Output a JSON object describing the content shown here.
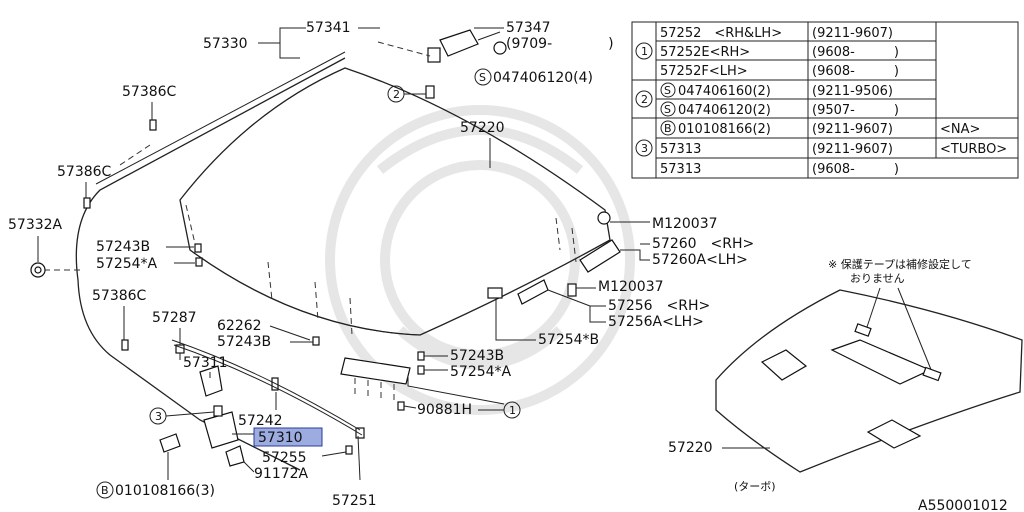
{
  "labels": {
    "p57330": "57330",
    "p57341": "57341",
    "p57347": "57347",
    "p57347_range": "(9709-　　　　)",
    "screw_s": "S",
    "screw_s_val": "047406120(4)",
    "p57386c_1": "57386C",
    "p57386c_2": "57386C",
    "p57386c_3": "57386C",
    "p57332a": "57332A",
    "p57220_main": "57220",
    "p57243b_1": "57243B",
    "p57254a_1": "57254*A",
    "p57287": "57287",
    "p62262": "62262",
    "p57243b_2": "57243B",
    "p57311": "57311",
    "p57242": "57242",
    "p57310": "57310",
    "p57255": "57255",
    "p91172a": "91172A",
    "bolt_b": "B",
    "bolt_b_val": "010108166(3)",
    "p57251": "57251",
    "p57243b_3": "57243B",
    "p57254a_2": "57254*A",
    "p90881h": "90881H",
    "p57254b": "57254*B",
    "m120037_1": "M120037",
    "m120037_2": "M120037",
    "p57260": "57260　<RH>",
    "p57260a": "57260A<LH>",
    "p57256": "57256　<RH>",
    "p57256a": "57256A<LH>",
    "p57220_turbo": "57220",
    "turbo_caption": "(ターボ)",
    "note_line1": "※ 保護テープは補修設定して",
    "note_line2": "おりません",
    "circle_1": "1",
    "circle_2": "2",
    "circle_3": "3",
    "catalog_code": "A550001012"
  },
  "table": {
    "rows": [
      {
        "group": "1",
        "mark": "",
        "part": "57252　<RH&LH>",
        "range": "(9211-9607)",
        "note": ""
      },
      {
        "group": "1",
        "mark": "",
        "part": "57252E<RH>",
        "range": "(9608-　　　)",
        "note": ""
      },
      {
        "group": "1",
        "mark": "",
        "part": "57252F<LH>",
        "range": "(9608-　　　)",
        "note": ""
      },
      {
        "group": "2",
        "mark": "S",
        "part": "047406160(2)",
        "range": "(9211-9506)",
        "note": ""
      },
      {
        "group": "2",
        "mark": "S",
        "part": "047406120(2)",
        "range": "(9507-　　　)",
        "note": ""
      },
      {
        "group": "3",
        "mark": "B",
        "part": "010108166(2)",
        "range": "(9211-9607)",
        "note": "<NA>"
      },
      {
        "group": "3",
        "mark": "",
        "part": "57313",
        "range": "(9211-9607)",
        "note": "<TURBO>"
      },
      {
        "group": "3",
        "mark": "",
        "part": "57313",
        "range": "(9608-　　　)",
        "note": ""
      }
    ]
  },
  "highlight": {
    "part": "57310",
    "color": "#7b8fd6"
  }
}
